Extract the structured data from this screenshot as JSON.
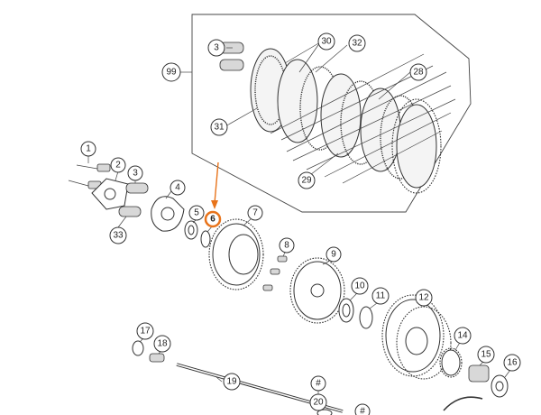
{
  "diagram": {
    "highlight_color": "#e8731a",
    "callouts": {
      "c1": "1",
      "c2": "2",
      "c3a": "3",
      "c3b": "3",
      "c4": "4",
      "c5": "5",
      "c6": "6",
      "c7": "7",
      "c8": "8",
      "c9": "9",
      "c10": "10",
      "c11": "11",
      "c12": "12",
      "c14": "14",
      "c15": "15",
      "c16": "16",
      "c17": "17",
      "c18": "18",
      "c19": "19",
      "c20": "20",
      "c28": "28",
      "c29": "29",
      "c30": "30",
      "c31": "31",
      "c32": "32",
      "c33": "33",
      "c99": "99",
      "chash1": "#",
      "chash2": "#"
    }
  }
}
